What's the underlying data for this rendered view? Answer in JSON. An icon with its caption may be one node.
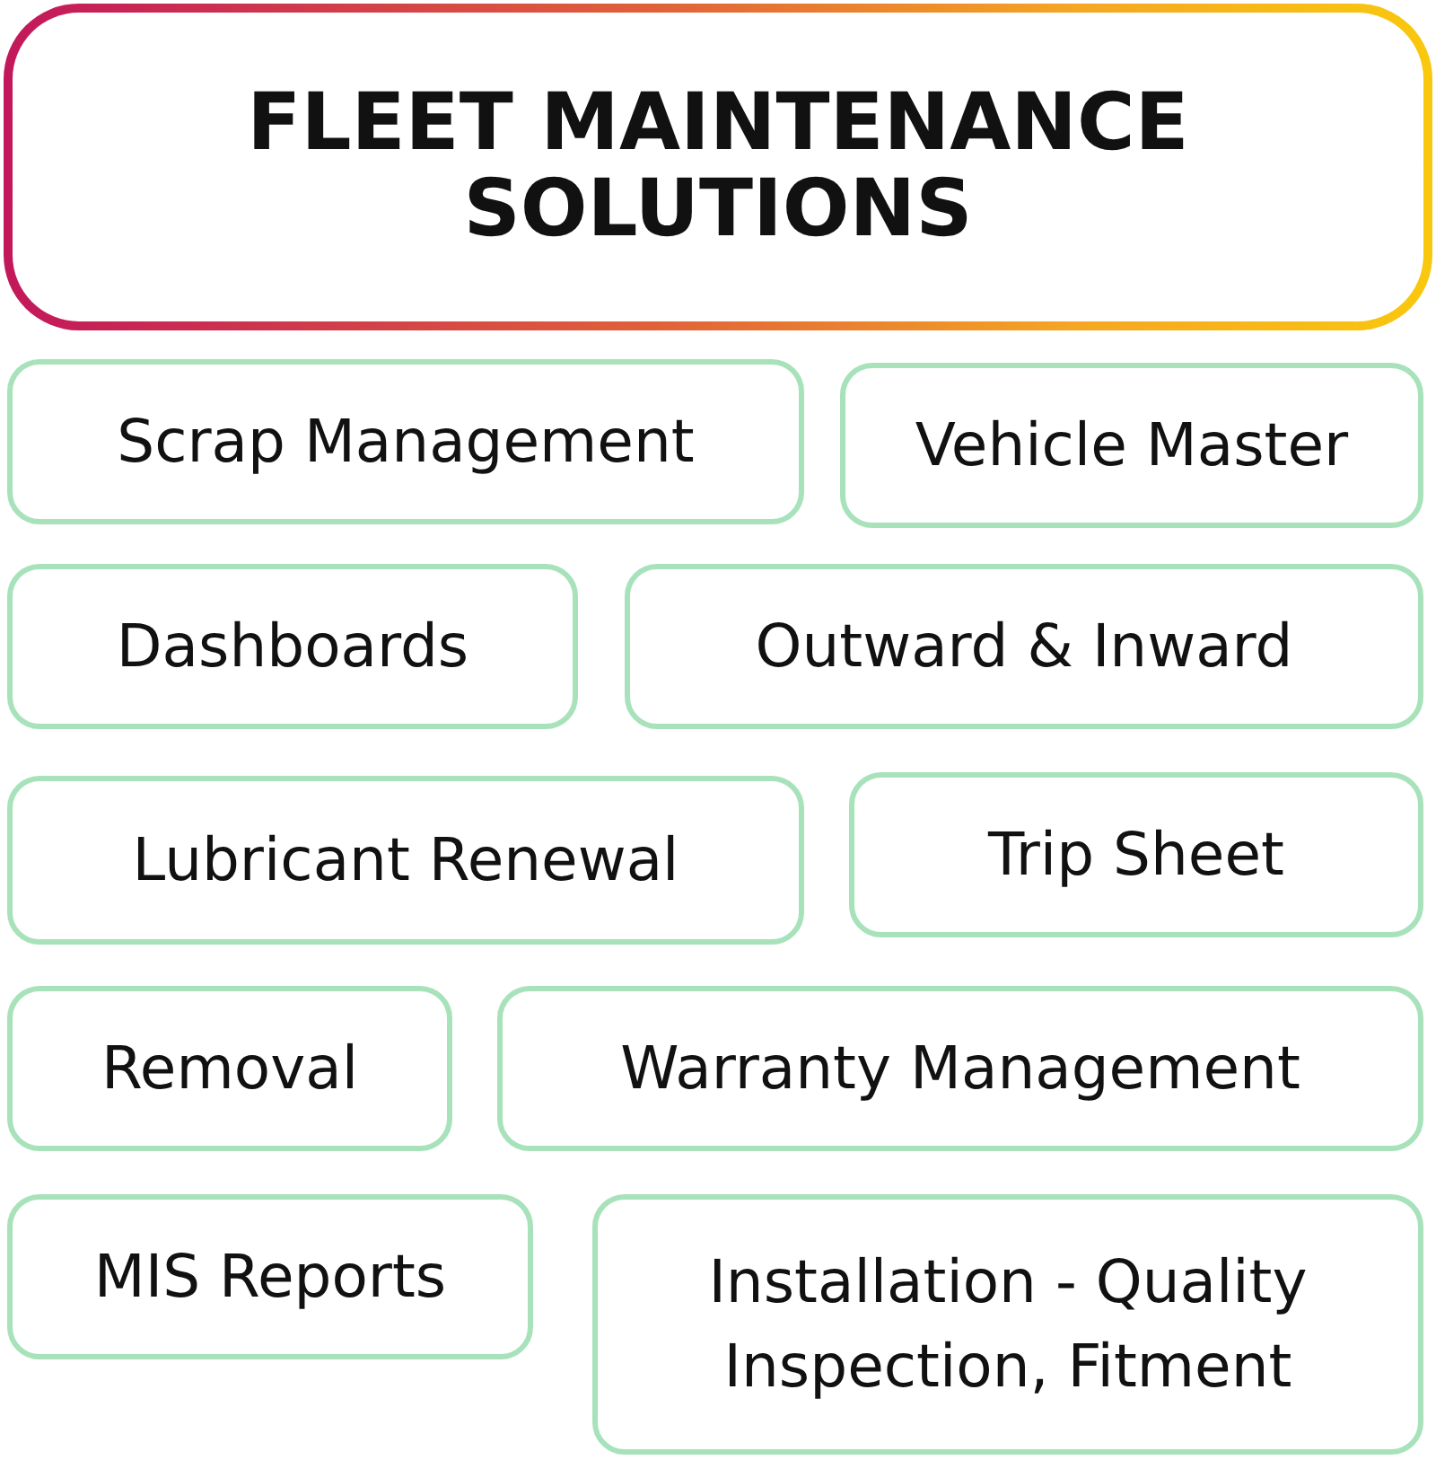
{
  "diagram": {
    "nodes": [
      {
        "text": [
          "FLEET MAINTENANCE SOLUTIONS"
        ]
      },
      {
        "text": [
          "Scrap Management"
        ]
      },
      {
        "text": [
          "Vehicle Master"
        ]
      },
      {
        "text": [
          "Dashboards"
        ]
      },
      {
        "text": [
          "Outward & Inward"
        ]
      },
      {
        "text": [
          "Lubricant Renewal"
        ]
      },
      {
        "text": [
          "Trip Sheet"
        ]
      },
      {
        "text": [
          "Removal"
        ]
      },
      {
        "text": [
          "Warranty Management"
        ]
      },
      {
        "text": [
          "MIS Reports"
        ]
      },
      {
        "text": [
          "Installation - Quality Inspection, Fitment"
        ]
      }
    ]
  }
}
